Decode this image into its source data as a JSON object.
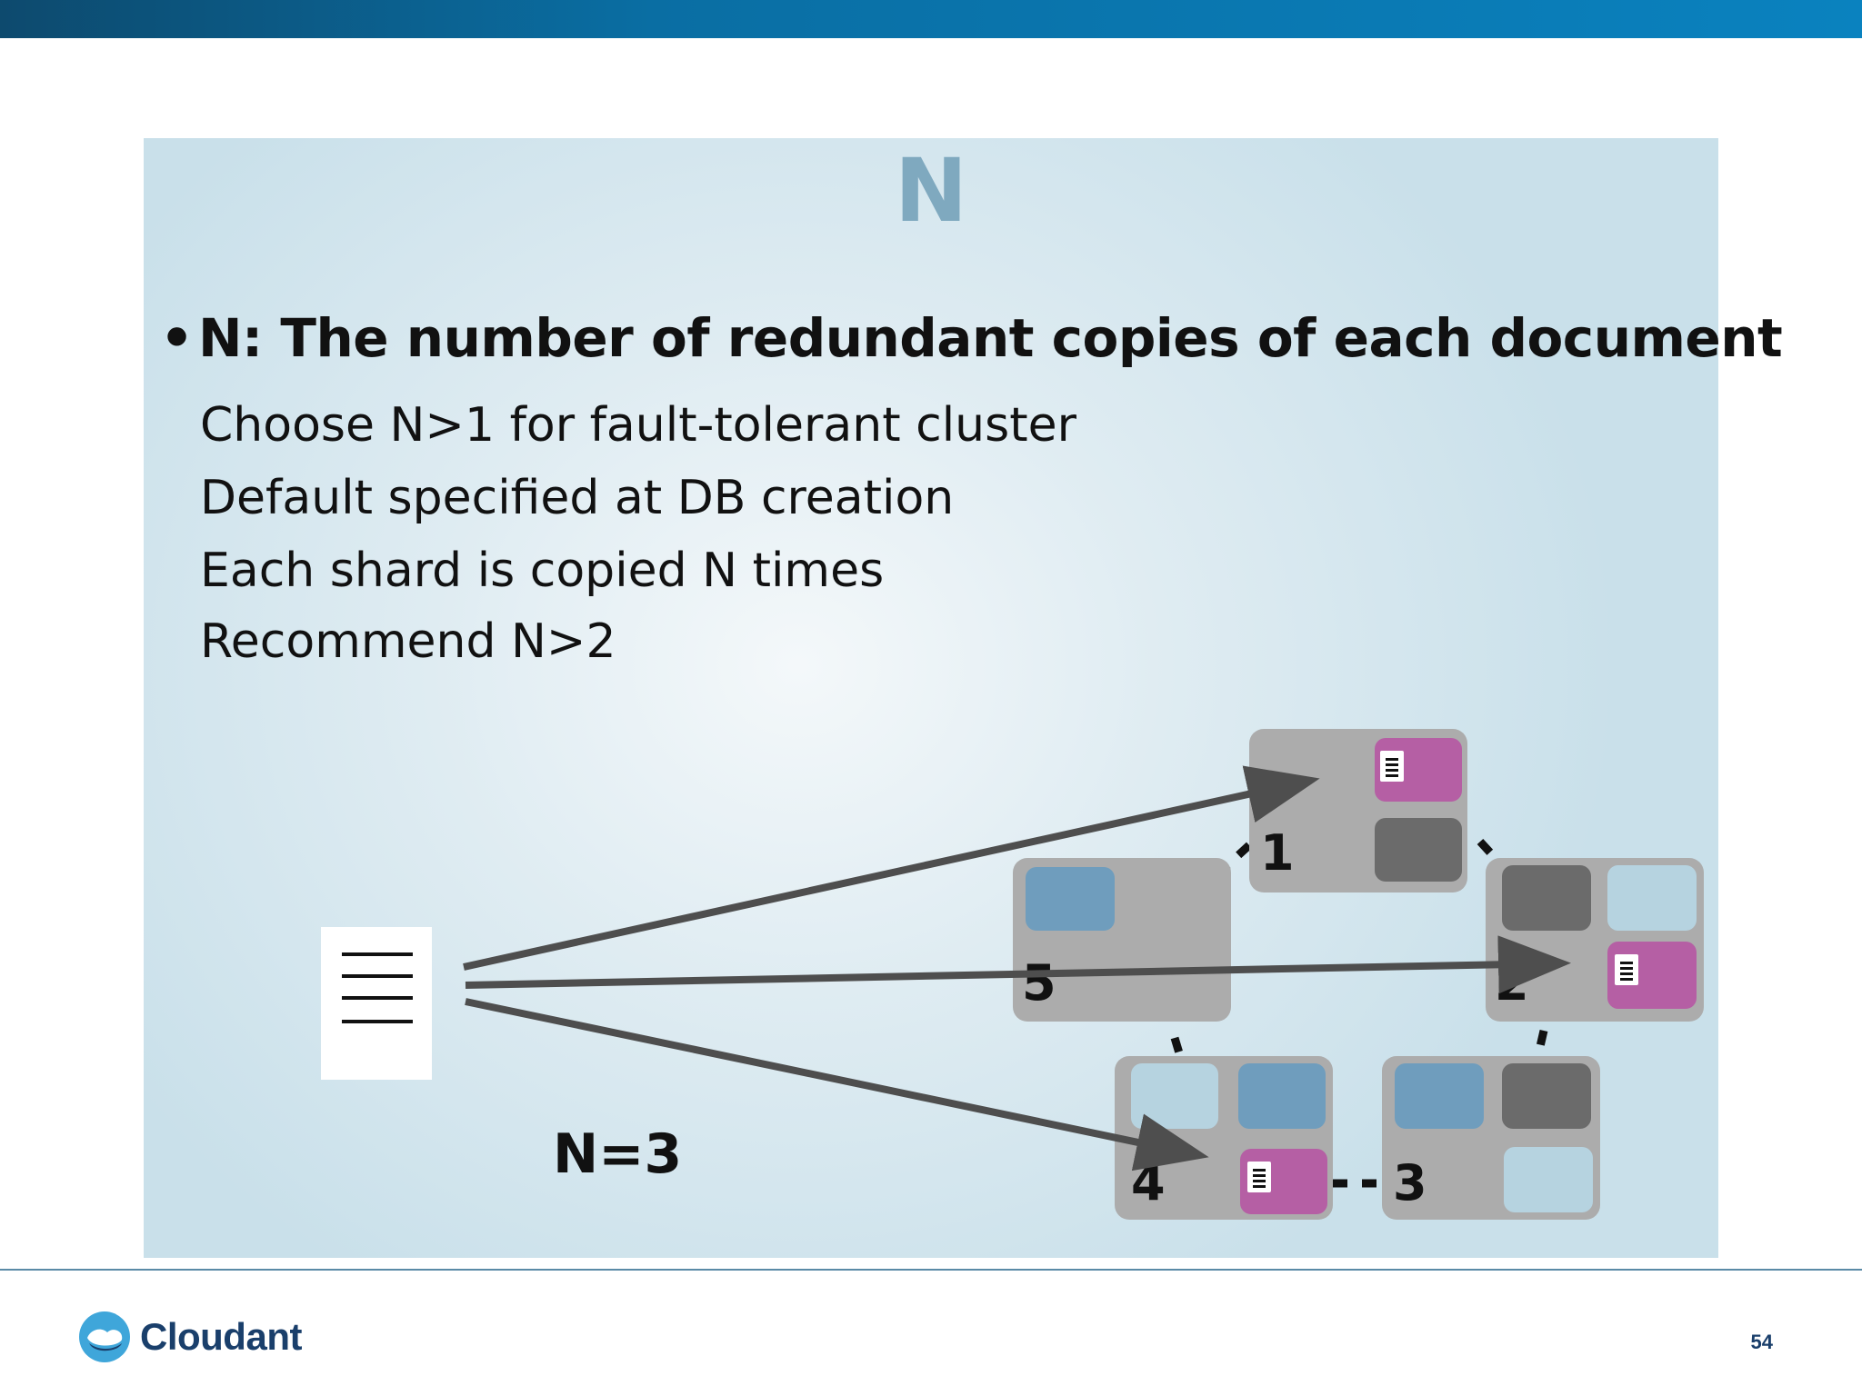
{
  "slide": {
    "title": "N",
    "bullet": "N: The number of redundant copies of each document",
    "points": [
      "Choose N>1 for fault-tolerant cluster",
      "Default specified at DB creation",
      "Each shard is copied N times",
      "Recommend N>2"
    ]
  },
  "diagram": {
    "n_label": "N=3",
    "nodes": [
      {
        "label": "1",
        "has_document": true
      },
      {
        "label": "2",
        "has_document": true
      },
      {
        "label": "3",
        "has_document": false
      },
      {
        "label": "4",
        "has_document": true
      },
      {
        "label": "5",
        "has_document": false
      }
    ],
    "colors": {
      "node": "#acacac",
      "document_shard": "#b55fa4",
      "dark_shard": "#6b6b6b",
      "mid_blue_shard": "#6f9dbd",
      "light_blue_shard": "#b6d3e0",
      "arrow": "#4e4e4e"
    }
  },
  "footer": {
    "logo_text": "Cloudant",
    "page_number": "54"
  }
}
